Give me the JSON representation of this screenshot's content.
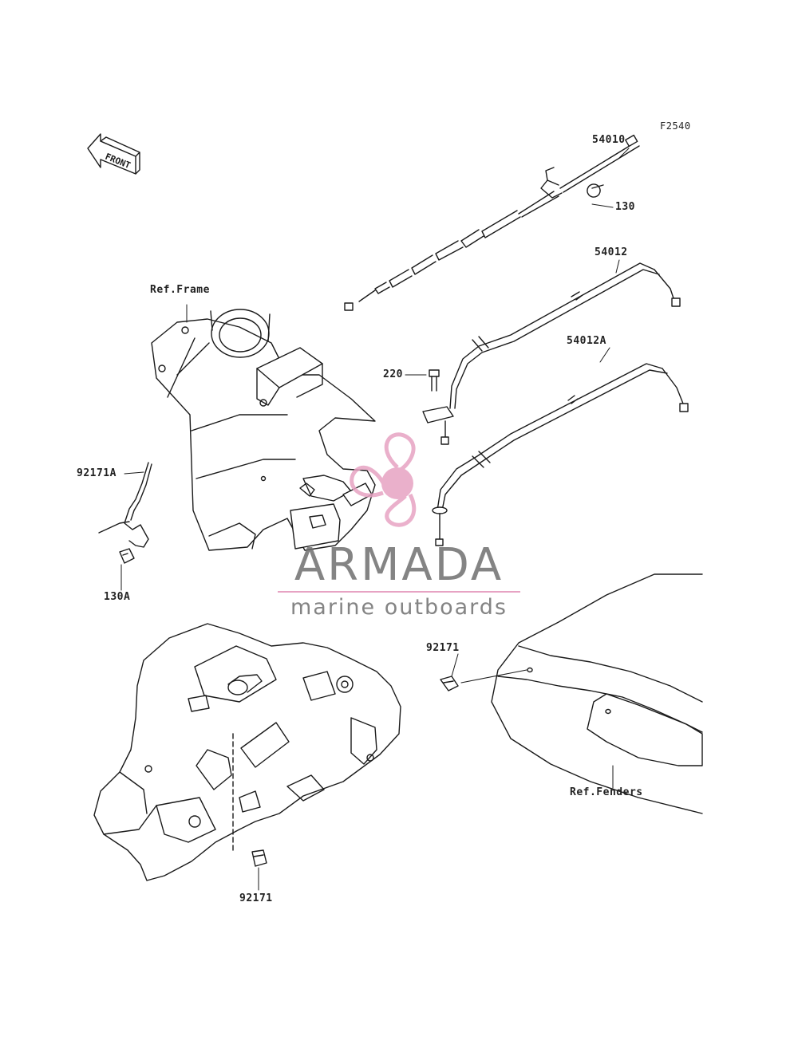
{
  "figure_code": "F2540",
  "direction_label": "FRONT",
  "parts": {
    "p54010": "54010",
    "p130": "130",
    "p54012": "54012",
    "p54012a": "54012A",
    "p220": "220",
    "p92171a": "92171A",
    "p130a": "130A",
    "p92171_fender": "92171",
    "p92171_frame": "92171"
  },
  "references": {
    "frame": "Ref.Frame",
    "fenders": "Ref.Fenders"
  },
  "watermark": {
    "brand": "ARMADA",
    "tagline": "marine outboards",
    "accent_color": "#e7a3c3"
  }
}
